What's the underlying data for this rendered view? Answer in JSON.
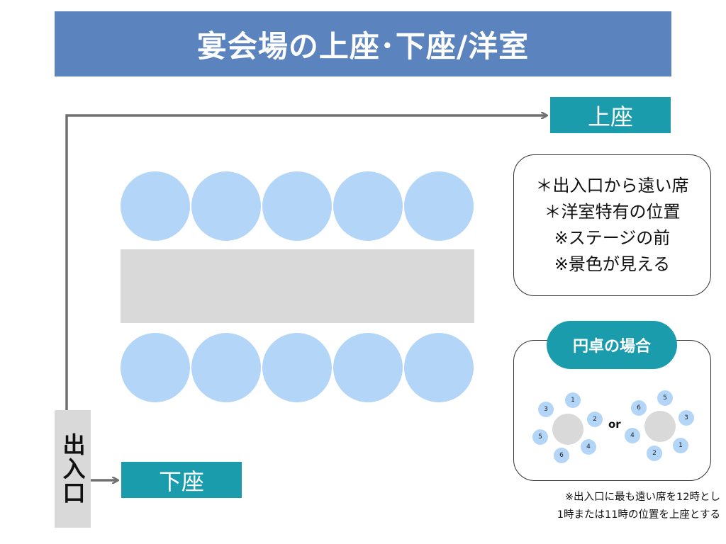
{
  "title": "宴会場の上座･下座/洋室",
  "labels": {
    "kamiza": "上座",
    "shimoza": "下座",
    "entrance": "出入口"
  },
  "notes": [
    "＊出入口から遠い席",
    "＊洋室特有の位置",
    "※ステージの前",
    "※景色が見える"
  ],
  "round_table": {
    "label": "円卓の場合",
    "left_seats": [
      "1",
      "2",
      "3",
      "4",
      "5",
      "6"
    ],
    "right_seats": [
      "1",
      "2",
      "3",
      "4",
      "5",
      "6"
    ],
    "or": "or"
  },
  "footnote": [
    "※出入口に最も遠い席を12時とし",
    "1時または11時の位置を上座とする"
  ],
  "colors": {
    "title_bg": "#5b83be",
    "tag_bg": "#1a9cad",
    "seat": "#b3d5f7",
    "table": "#d9d9d9"
  }
}
